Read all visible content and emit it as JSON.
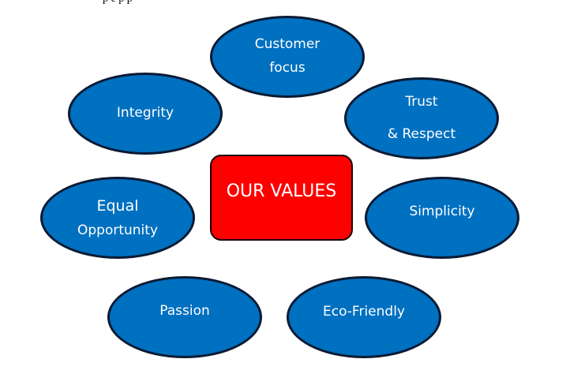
{
  "center": {
    "label": "OUR VALUES",
    "fill": "#ff0000"
  },
  "ellipse_fill": "#0070c0",
  "values": [
    {
      "lines": [
        "Customer",
        "focus"
      ]
    },
    {
      "lines": [
        "Integrity"
      ]
    },
    {
      "lines": [
        "Trust",
        "& Respect"
      ]
    },
    {
      "lines": [
        "Equal",
        "Opportunity"
      ]
    },
    {
      "lines": [
        "Simplicity"
      ]
    },
    {
      "lines": [
        "Passion"
      ]
    },
    {
      "lines": [
        "Eco-Friendly"
      ]
    }
  ]
}
